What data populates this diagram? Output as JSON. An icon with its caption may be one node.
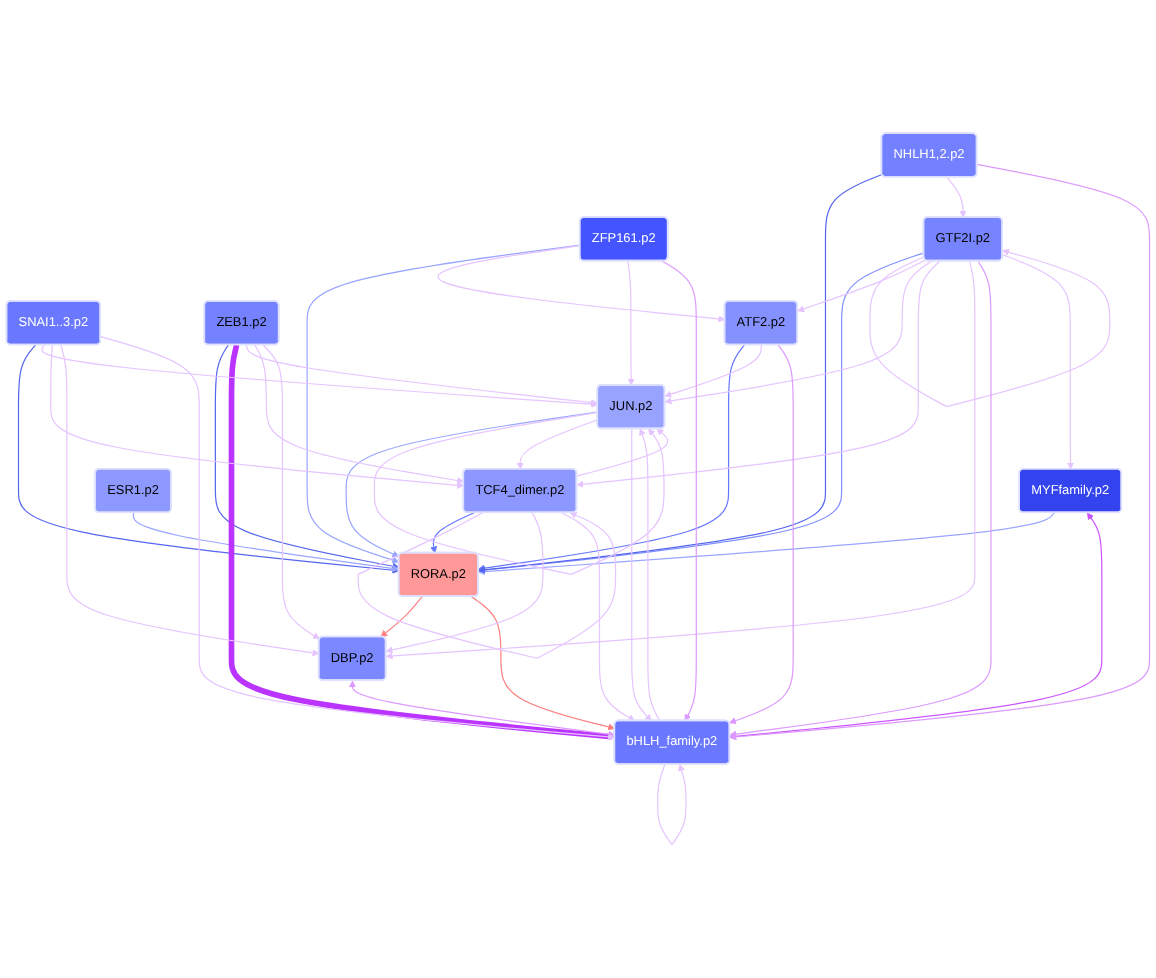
{
  "diagram": {
    "nodes": [
      {
        "text": [
          "JUN.p2"
        ]
      },
      {
        "text": [
          "MYFfamily.p2"
        ]
      },
      {
        "text": [
          "SNAI1..3.p2"
        ]
      },
      {
        "text": [
          "DBP.p2"
        ]
      },
      {
        "text": [
          "ZEB1.p2"
        ]
      },
      {
        "text": [
          "bHLH_family.p2"
        ]
      },
      {
        "text": [
          "RORA.p2"
        ]
      },
      {
        "text": [
          "TCF4_dimer.p2"
        ]
      },
      {
        "text": [
          "ESR1.p2"
        ]
      },
      {
        "text": [
          "ZFP161.p2"
        ]
      },
      {
        "text": [
          "NHLH1,2.p2"
        ]
      },
      {
        "text": [
          "ATF2.p2"
        ]
      },
      {
        "text": [
          "GTF2I.p2"
        ]
      }
    ],
    "edges": [
      {
        "from": 0,
        "to": 6,
        "arrow": "to",
        "color": "#99a6ff"
      },
      {
        "from": 1,
        "to": 6,
        "arrow": "to",
        "color": "#99a6ff"
      },
      {
        "from": 2,
        "to": 6,
        "arrow": "to",
        "color": "#5566ee"
      },
      {
        "from": 4,
        "to": 6,
        "arrow": "to",
        "color": "#5566ee"
      },
      {
        "from": 7,
        "to": 6,
        "arrow": "to",
        "color": "#6677ff"
      },
      {
        "from": 9,
        "to": 6,
        "arrow": "to",
        "color": "#99a6ff"
      },
      {
        "from": 11,
        "to": 6,
        "arrow": "to",
        "color": "#6677ff"
      },
      {
        "from": 12,
        "to": 6,
        "arrow": "to",
        "color": "#8090ff"
      },
      {
        "from": 10,
        "to": 6,
        "arrow": "to",
        "color": "#5566ee"
      },
      {
        "from": 8,
        "to": 6,
        "arrow": "to",
        "color": "#99a6ff"
      },
      {
        "from": 6,
        "to": 3,
        "arrow": "to",
        "color": "#ff8080"
      },
      {
        "from": 6,
        "to": 5,
        "arrow": "to",
        "color": "#ff8080"
      },
      {
        "from": 4,
        "to": 5,
        "arrow": "to",
        "style": "thick",
        "color": "#bb33ff"
      },
      {
        "from": 0,
        "to": 0,
        "arrow": "to"
      },
      {
        "from": 5,
        "to": 5,
        "arrow": "to"
      },
      {
        "from": 7,
        "to": 7,
        "arrow": "to"
      },
      {
        "from": 12,
        "to": 12,
        "arrow": "to"
      },
      {
        "from": 2,
        "to": 0,
        "arrow": "to"
      },
      {
        "from": 9,
        "to": 11,
        "arrow": "to"
      },
      {
        "from": 12,
        "to": 11,
        "arrow": "to"
      },
      {
        "from": 10,
        "to": 12,
        "arrow": "to"
      },
      {
        "from": 3,
        "to": 5,
        "arrow": "both",
        "color": "#dd99ff"
      },
      {
        "from": 1,
        "to": 5,
        "arrow": "both",
        "color": "#cc55ff"
      },
      {
        "from": 4,
        "to": 0,
        "arrow": "to"
      },
      {
        "from": 7,
        "to": 0,
        "arrow": "to"
      },
      {
        "from": 9,
        "to": 0,
        "arrow": "to"
      },
      {
        "from": 11,
        "to": 0,
        "arrow": "to"
      },
      {
        "from": 12,
        "to": 0,
        "arrow": "to"
      },
      {
        "from": 5,
        "to": 0,
        "arrow": "to"
      },
      {
        "from": 4,
        "to": 7,
        "arrow": "to"
      },
      {
        "from": 2,
        "to": 7,
        "arrow": "to"
      },
      {
        "from": 0,
        "to": 7,
        "arrow": "to"
      },
      {
        "from": 12,
        "to": 7,
        "arrow": "to"
      },
      {
        "from": 2,
        "to": 3,
        "arrow": "to"
      },
      {
        "from": 4,
        "to": 3,
        "arrow": "to"
      },
      {
        "from": 7,
        "to": 3,
        "arrow": "to"
      },
      {
        "from": 12,
        "to": 3,
        "arrow": "to"
      },
      {
        "from": 2,
        "to": 5,
        "arrow": "to"
      },
      {
        "from": 0,
        "to": 5,
        "arrow": "to"
      },
      {
        "from": 7,
        "to": 5,
        "arrow": "to"
      },
      {
        "from": 9,
        "to": 5,
        "arrow": "to",
        "color": "#dd99ff"
      },
      {
        "from": 11,
        "to": 5,
        "arrow": "to",
        "color": "#dd99ff"
      },
      {
        "from": 12,
        "to": 5,
        "arrow": "to",
        "color": "#dd99ff"
      },
      {
        "from": 10,
        "to": 5,
        "arrow": "to",
        "color": "#dd99ff"
      },
      {
        "from": 12,
        "to": 1,
        "arrow": "to"
      }
    ]
  }
}
